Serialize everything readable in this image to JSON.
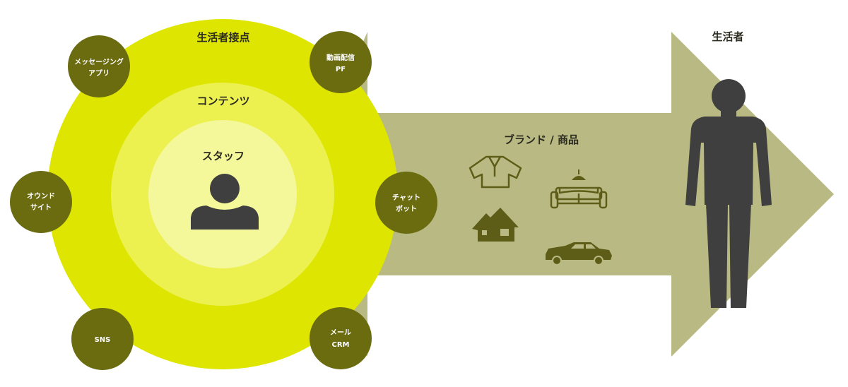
{
  "diagram": {
    "outer_title": "生活者接点",
    "contents_title": "コンテンツ",
    "staff_title": "スタッフ",
    "brand_title": "ブランド / 商品",
    "consumer_title": "生活者",
    "touchpoints": [
      {
        "id": "messaging",
        "line1": "メッセージング",
        "line2": "アプリ"
      },
      {
        "id": "video",
        "line1": "動画配信",
        "line2": "PF"
      },
      {
        "id": "owned",
        "line1": "オウンド",
        "line2": "サイト"
      },
      {
        "id": "chatbot",
        "line1": "チャット",
        "line2": "ボット"
      },
      {
        "id": "sns",
        "line1": "SNS",
        "line2": ""
      },
      {
        "id": "mail",
        "line1": "メール",
        "line2": "CRM"
      }
    ],
    "product_icons": [
      "shirt-icon",
      "sofa-lamp-icon",
      "house-icon",
      "car-icon"
    ],
    "person_icons": [
      "staff-person-icon",
      "consumer-person-icon"
    ],
    "colors": {
      "arrow": "#b9b984",
      "outer_ring": "#dde500",
      "middle_ring": "#ecf150",
      "inner_circle": "#f4f79a",
      "node": "#6b6b10",
      "product_icon": "#5d5d18",
      "person": "#3f3f3f"
    }
  }
}
